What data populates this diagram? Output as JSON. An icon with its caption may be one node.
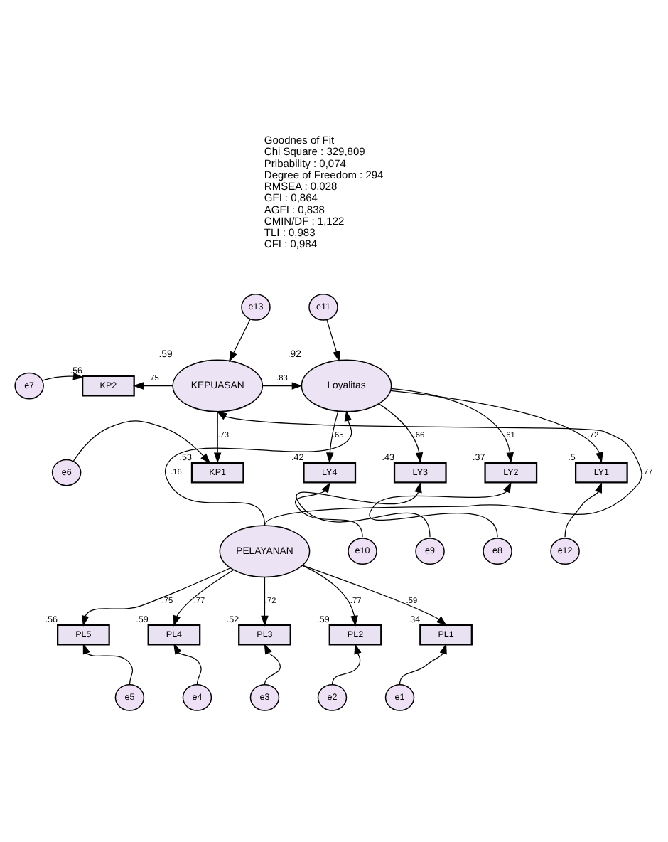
{
  "diagram": {
    "nodes": [
      {
        "text": [
          "e13"
        ]
      },
      {
        "text": [
          "e11"
        ]
      },
      {
        "text": [
          "e7"
        ]
      },
      {
        "text": [
          "KP2"
        ],
        "beside": [
          ".56"
        ]
      },
      {
        "text": [
          "KEPUASAN"
        ],
        "beside": [
          ".59"
        ]
      },
      {
        "text": [
          "Loyalitas"
        ],
        "beside": [
          ".92"
        ]
      },
      {
        "text": [
          "e6"
        ]
      },
      {
        "text": [
          "KP1"
        ],
        "beside": [
          ".53"
        ]
      },
      {
        "text": [
          "LY4"
        ],
        "beside": [
          ".42"
        ]
      },
      {
        "text": [
          "LY3"
        ],
        "beside": [
          ".43"
        ]
      },
      {
        "text": [
          "LY2"
        ],
        "beside": [
          ".37"
        ]
      },
      {
        "text": [
          "LY1"
        ],
        "beside": [
          ".5"
        ]
      },
      {
        "text": [
          "e10"
        ]
      },
      {
        "text": [
          "e9"
        ]
      },
      {
        "text": [
          "e8"
        ]
      },
      {
        "text": [
          "e12"
        ]
      },
      {
        "text": [
          "PELAYANAN"
        ]
      },
      {
        "text": [
          "PL5"
        ],
        "beside": [
          ".56"
        ]
      },
      {
        "text": [
          "PL4"
        ],
        "beside": [
          ".59"
        ]
      },
      {
        "text": [
          "PL3"
        ],
        "beside": [
          ".52"
        ]
      },
      {
        "text": [
          "PL2"
        ],
        "beside": [
          ".59"
        ]
      },
      {
        "text": [
          "PL1"
        ],
        "beside": [
          ".34"
        ]
      },
      {
        "text": [
          "e5"
        ]
      },
      {
        "text": [
          "e4"
        ]
      },
      {
        "text": [
          "e3"
        ]
      },
      {
        "text": [
          "e2"
        ]
      },
      {
        "text": [
          "e1"
        ]
      }
    ],
    "edges": [
      {
        "from": 0,
        "to": 4,
        "arrow": "to"
      },
      {
        "from": 1,
        "to": 5,
        "arrow": "to"
      },
      {
        "from": 2,
        "to": 3,
        "arrow": "to"
      },
      {
        "from": 6,
        "to": 7,
        "arrow": "to"
      },
      {
        "from": 4,
        "to": 3,
        "arrow": "to",
        "label": ".75"
      },
      {
        "from": 4,
        "to": 7,
        "arrow": "to",
        "label": ".73"
      },
      {
        "from": 4,
        "to": 5,
        "arrow": "to",
        "label": ".83"
      },
      {
        "from": 16,
        "to": 4,
        "arrow": "to",
        "label": ".77"
      },
      {
        "from": 16,
        "to": 5,
        "arrow": "to",
        "label": ".16"
      },
      {
        "from": 5,
        "to": 8,
        "arrow": "to",
        "label": ".65"
      },
      {
        "from": 5,
        "to": 9,
        "arrow": "to",
        "label": ".66"
      },
      {
        "from": 5,
        "to": 10,
        "arrow": "to",
        "label": ".61"
      },
      {
        "from": 5,
        "to": 11,
        "arrow": "to",
        "label": ".72"
      },
      {
        "from": 12,
        "to": 8,
        "arrow": "to"
      },
      {
        "from": 13,
        "to": 9,
        "arrow": "to"
      },
      {
        "from": 14,
        "to": 10,
        "arrow": "to"
      },
      {
        "from": 15,
        "to": 11,
        "arrow": "to"
      },
      {
        "from": 16,
        "to": 17,
        "arrow": "to",
        "label": ".75"
      },
      {
        "from": 16,
        "to": 18,
        "arrow": "to",
        "label": ".77"
      },
      {
        "from": 16,
        "to": 19,
        "arrow": "to",
        "label": ".72"
      },
      {
        "from": 16,
        "to": 20,
        "arrow": "to",
        "label": ".77"
      },
      {
        "from": 16,
        "to": 21,
        "arrow": "to",
        "label": ".59"
      },
      {
        "from": 22,
        "to": 17,
        "arrow": "to"
      },
      {
        "from": 23,
        "to": 18,
        "arrow": "to"
      },
      {
        "from": 24,
        "to": 19,
        "arrow": "to"
      },
      {
        "from": 25,
        "to": 20,
        "arrow": "to"
      },
      {
        "from": 26,
        "to": 21,
        "arrow": "to"
      }
    ],
    "labels": [
      "Goodnes of Fit",
      "Chi Square : 329,809",
      "Pribability : 0,074",
      "Degree of Freedom : 294",
      "RMSEA : 0,028",
      "GFI : 0,864",
      "AGFI : 0,838",
      "CMIN/DF : 1,122",
      "TLI : 0,983",
      "CFI : 0,984"
    ]
  }
}
